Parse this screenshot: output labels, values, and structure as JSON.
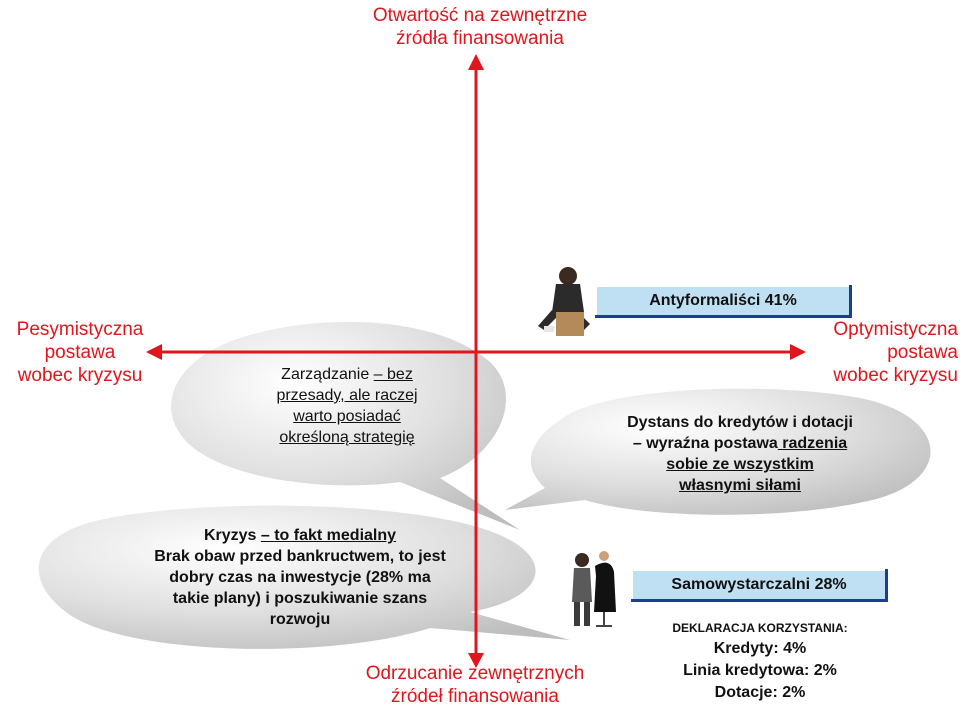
{
  "axis_labels": {
    "top": [
      "Otwartość na zewnętrzne",
      "źródła finansowania"
    ],
    "bottom": [
      "Odrzucanie zewnętrznych",
      "źródeł finansowania"
    ],
    "left": [
      "Pesymistyczna",
      "postawa",
      "wobec kryzysu"
    ],
    "right": [
      "Optymistyczna",
      "postawa",
      "wobec kryzysu"
    ]
  },
  "bubbles": {
    "top_left": {
      "line1_a": "Zarządzanie ",
      "line1_dash": "– ",
      "line1_b": "bez",
      "line2": "przesady, ale raczej",
      "line3": "warto posiadać",
      "line4": "określoną strategię"
    },
    "right": {
      "line1": "Dystans do kredytów i dotacji",
      "line2_dash": "– ",
      "line2_a": "wyraźna postawa",
      "line2_b": " radzenia",
      "line3": "sobie ze wszystkim",
      "line4": "własnymi siłami"
    },
    "bottom_left": {
      "line1_a": "Kryzys ",
      "line1_dash": "– ",
      "line1_b": "to fakt medialny",
      "line2": "Brak obaw przed bankructwem, to jest",
      "line3": "dobry czas na inwestycje (28% ma",
      "line4": "takie plany) i poszukiwanie szans",
      "line5": "rozwoju"
    }
  },
  "segments": {
    "antyformalisci": "Antyformaliści 41%",
    "samowystarczalni": "Samowystarczalni 28%"
  },
  "declarations": {
    "title": "DEKLARACJA KORZYSTANIA:",
    "items": [
      "Kredyty: 4%",
      "Linia kredytowa: 2%",
      "Dotacje: 2%"
    ]
  },
  "colors": {
    "axis": "#e2141c",
    "bubble_fill": "#d4d4d4",
    "box_fill": "#bfe0f2",
    "box_shadow": "#1b3f8b"
  }
}
